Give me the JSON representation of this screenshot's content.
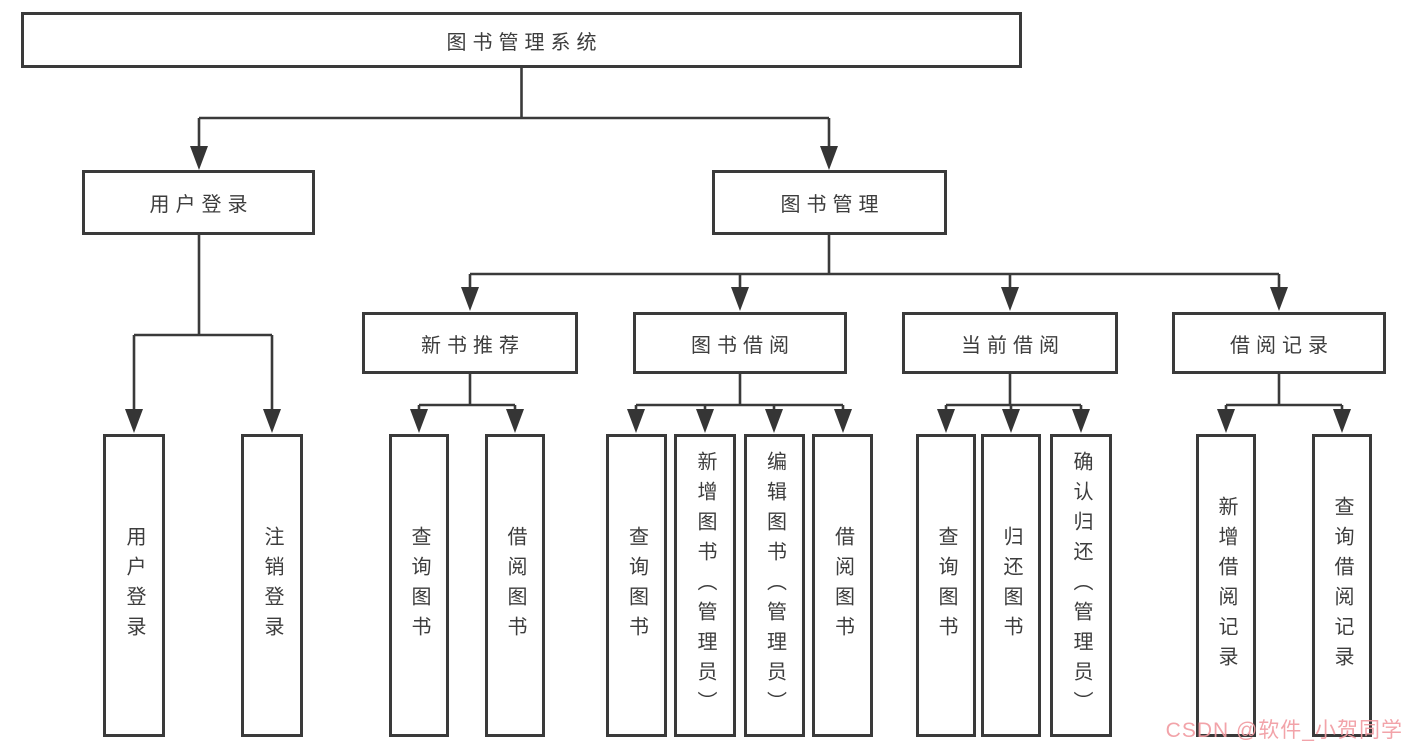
{
  "diagram_title": "图书管理系统",
  "tree": {
    "root": {
      "label": "图书管理系统"
    },
    "children": [
      {
        "label": "用户登录",
        "children": [
          {
            "label": "用户登录"
          },
          {
            "label": "注销登录"
          }
        ]
      },
      {
        "label": "图书管理",
        "children": [
          {
            "label": "新书推荐",
            "children": [
              {
                "label": "查询图书"
              },
              {
                "label": "借阅图书"
              }
            ]
          },
          {
            "label": "图书借阅",
            "children": [
              {
                "label": "查询图书"
              },
              {
                "label": "新增图书（管理员）"
              },
              {
                "label": "编辑图书（管理员）"
              },
              {
                "label": "借阅图书"
              }
            ]
          },
          {
            "label": "当前借阅",
            "children": [
              {
                "label": "查询图书"
              },
              {
                "label": "归还图书"
              },
              {
                "label": "确认归还（管理员）"
              }
            ]
          },
          {
            "label": "借阅记录",
            "children": [
              {
                "label": "新增借阅记录"
              },
              {
                "label": "查询借阅记录"
              }
            ]
          }
        ]
      }
    ]
  },
  "watermark": {
    "text": "CSDN @软件_小贺同学",
    "color": "#F19CA2"
  },
  "colors": {
    "line": "#3A3A3A",
    "node_border": "#3A3A3A",
    "node_text": "#3D3D3D",
    "background": "#FFFFFF"
  }
}
